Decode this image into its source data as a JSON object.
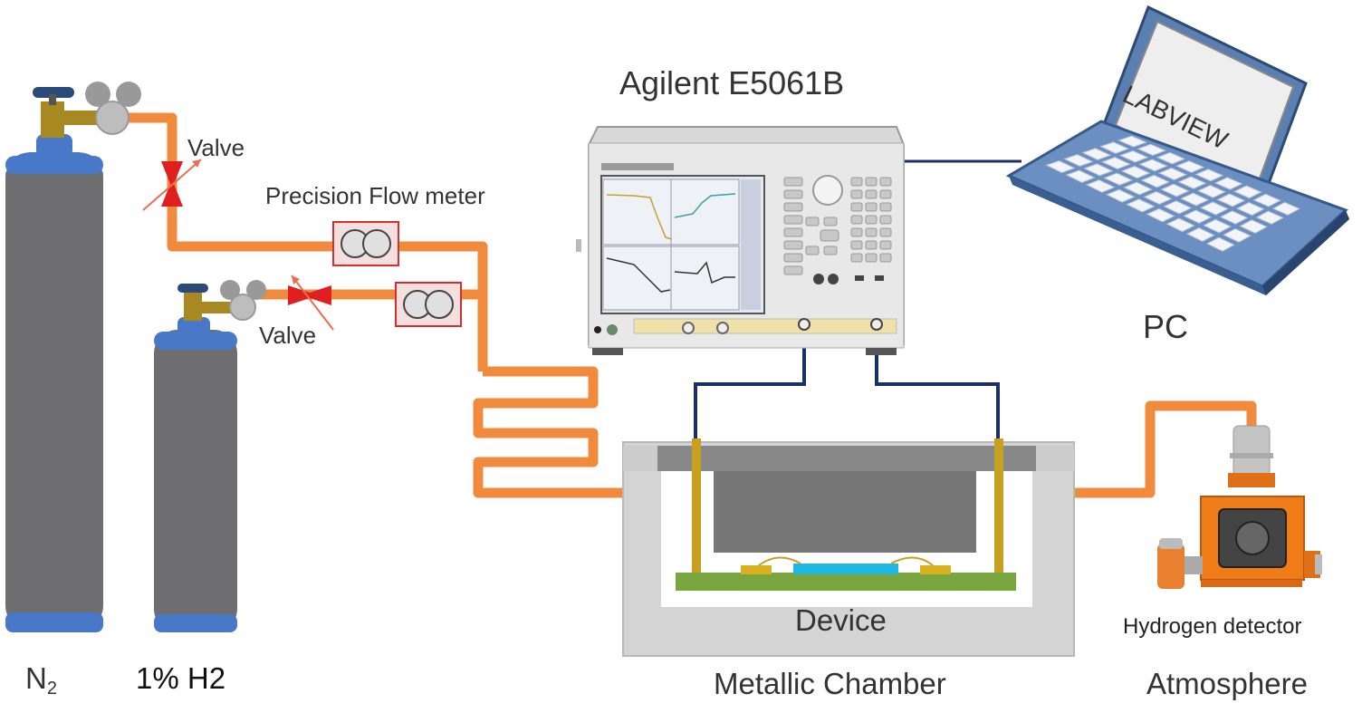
{
  "labels": {
    "analyzer": "Agilent E5061B",
    "pc": "PC",
    "screen_text": "LABVIEW",
    "flow_meter": "Precision Flow meter",
    "valve_top": "Valve",
    "valve_bottom": "Valve",
    "n2_main": "N",
    "n2_sub": "2",
    "h2": "1% H2",
    "device": "Device",
    "chamber": "Metallic Chamber",
    "detector": "Hydrogen detector",
    "atmosphere": "Atmosphere"
  },
  "colors": {
    "pipe": "#f08a3c",
    "cable": "#1c2f66",
    "cylinder_body": "#6e6e70",
    "cylinder_cap": "#4a78c8",
    "valve_red": "#e02020",
    "flowmeter_border": "#d03030",
    "chamber_outer": "#d4d4d4",
    "chamber_lid": "#888888",
    "post_gold": "#c8a020",
    "substrate_green": "#7aa640",
    "sensor_blue": "#20b8e0",
    "detector_orange": "#f07c18"
  }
}
